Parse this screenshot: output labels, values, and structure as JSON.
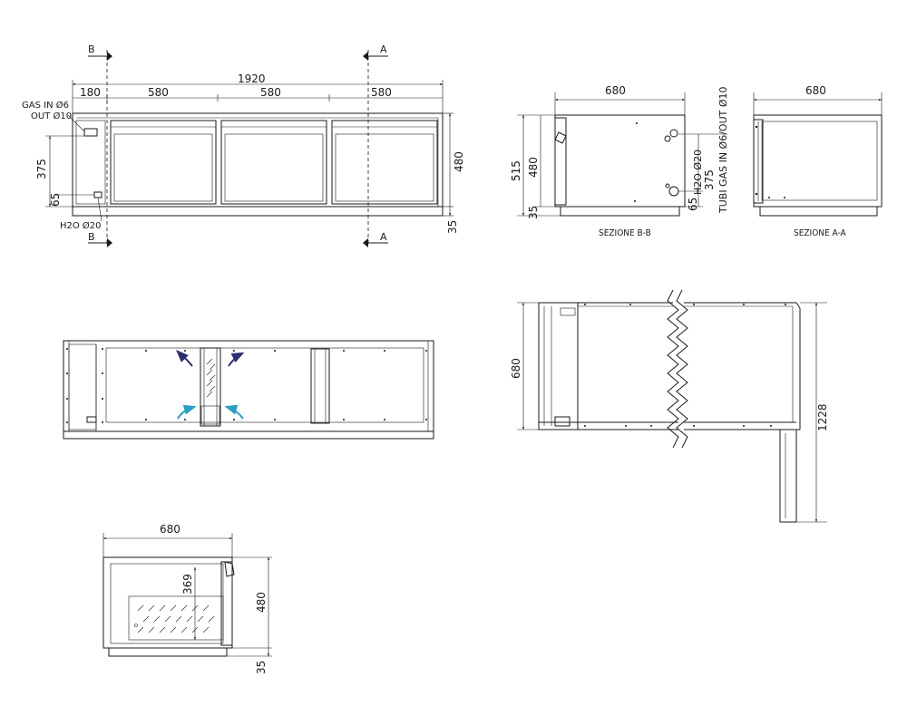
{
  "front_view": {
    "section_label_b": "B",
    "section_label_a": "A",
    "dim_total_width": "1920",
    "dim_segments": [
      "180",
      "580",
      "580",
      "580"
    ],
    "dim_height": "480",
    "dim_base": "35",
    "dim_375": "375",
    "dim_65": "65",
    "gas_in": "GAS IN Ø6",
    "gas_out": "OUT Ø10",
    "h2o": "H2O Ø20"
  },
  "section_bb": {
    "caption": "SEZIONE B-B",
    "dim_width": "680",
    "dim_515": "515",
    "dim_480": "480",
    "dim_35": "35",
    "dim_375": "375",
    "dim_65": "65",
    "h2o": "H2O Ø20",
    "tubi_gas": "TUBI GAS IN Ø6/OUT Ø10"
  },
  "section_aa": {
    "caption": "SEZIONE A-A",
    "dim_width": "680"
  },
  "plan_view": {
    "dim_680": "680",
    "dim_1228": "1228"
  },
  "drawer_view": {
    "dim_680": "680",
    "dim_369": "369",
    "dim_480": "480",
    "dim_35": "35"
  }
}
